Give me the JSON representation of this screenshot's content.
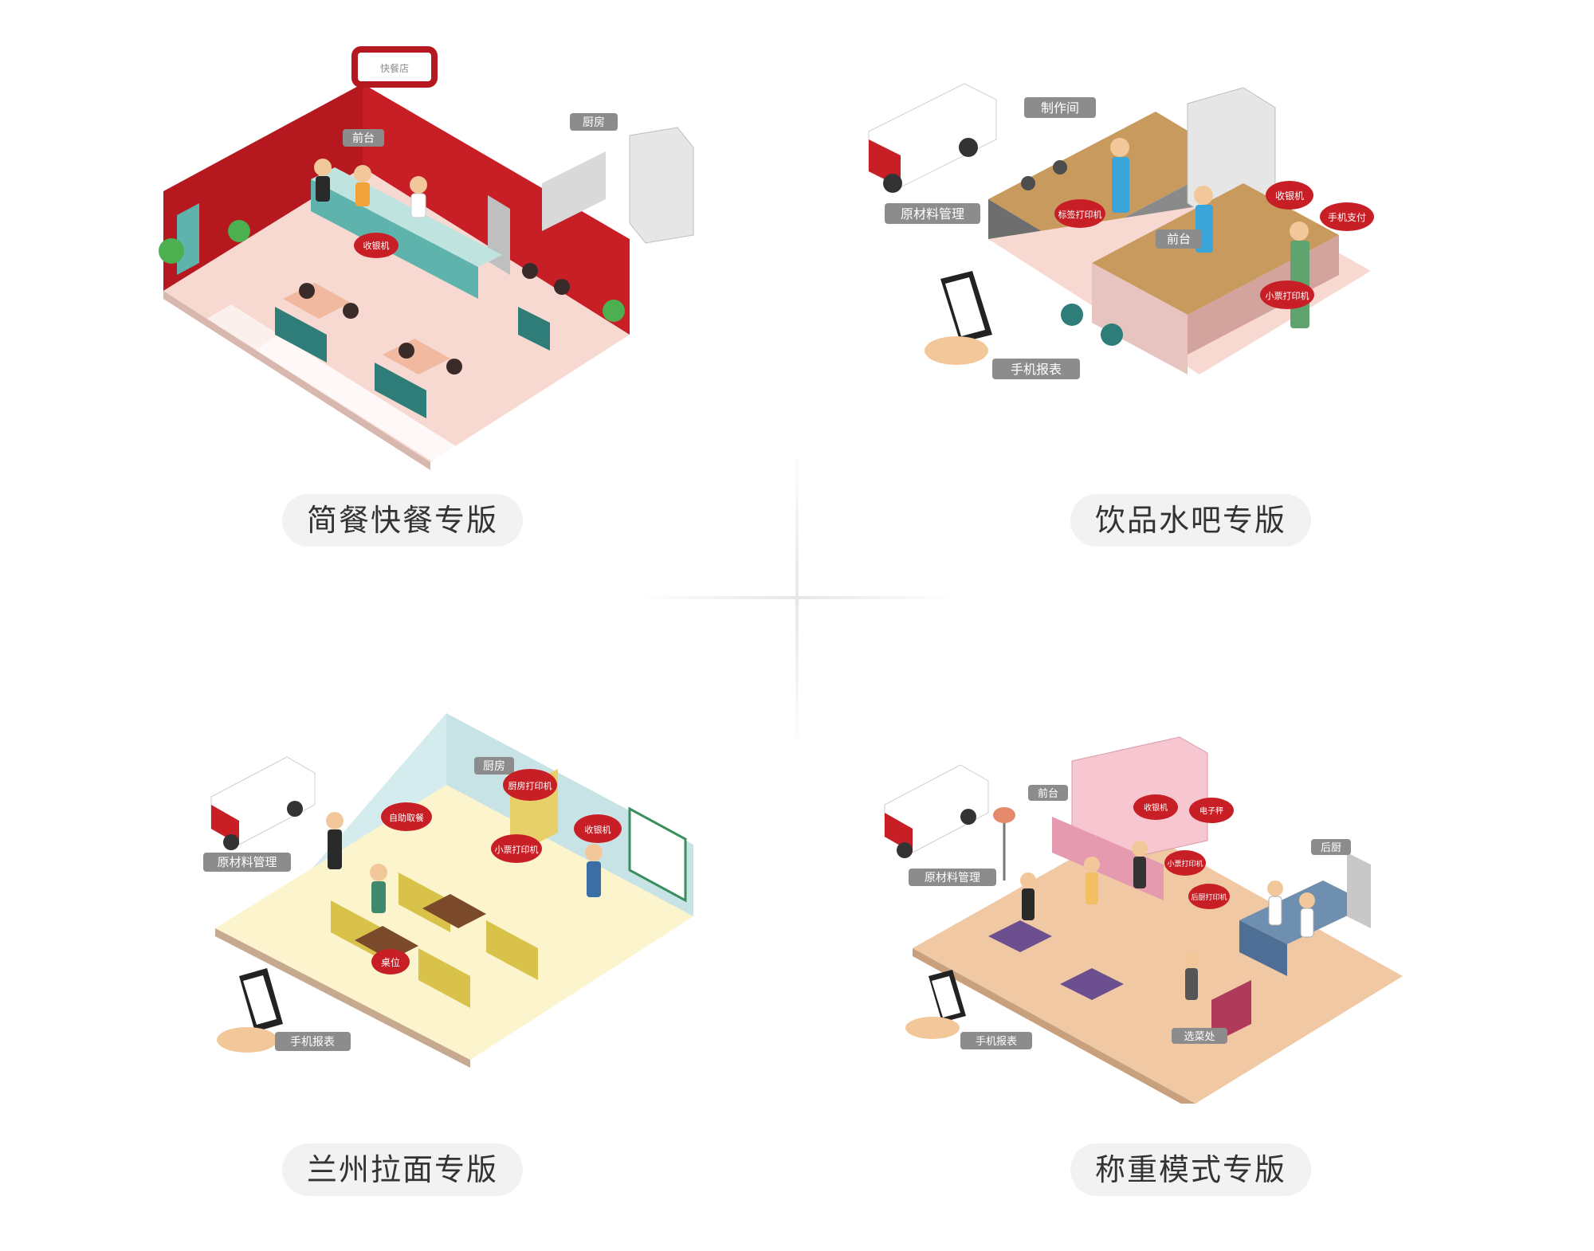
{
  "colors": {
    "accent_red": "#b5181e",
    "teal": "#5fb3ad",
    "label_gray": "#8c8c8c",
    "floor_pink": "#f7d9d2",
    "floor_cream": "#fbf4cc",
    "floor_peach": "#f1c8a4",
    "pill_bg": "#f2f2f2"
  },
  "cards": [
    {
      "title": "简餐快餐专版",
      "labels": {
        "sign": "快餐店",
        "front_desk": "前台",
        "kitchen": "厨房",
        "cashier": "收银机"
      }
    },
    {
      "title": "饮品水吧专版",
      "labels": {
        "workshop": "制作间",
        "raw_material": "原材料管理",
        "label_printer": "标签打印机",
        "front_desk": "前台",
        "cashier": "收银机",
        "mobile_pay": "手机支付",
        "receipt_printer": "小票打印机",
        "mobile_report": "手机报表"
      }
    },
    {
      "title": "兰州拉面专版",
      "labels": {
        "kitchen": "厨房",
        "kitchen_printer": "厨房打印机",
        "self_pickup": "自助取餐",
        "cashier": "收银机",
        "receipt_printer": "小票打印机",
        "raw_material": "原材料管理",
        "table": "桌位",
        "mobile_report": "手机报表"
      }
    },
    {
      "title": "称重模式专版",
      "labels": {
        "front_desk": "前台",
        "cashier": "收银机",
        "scale": "电子秤",
        "receipt_printer": "小票打印机",
        "back_printer": "后厨打印机",
        "back_kitchen": "后厨",
        "raw_material": "原材料管理",
        "dish_area": "选菜处",
        "mobile_report": "手机报表"
      }
    }
  ]
}
